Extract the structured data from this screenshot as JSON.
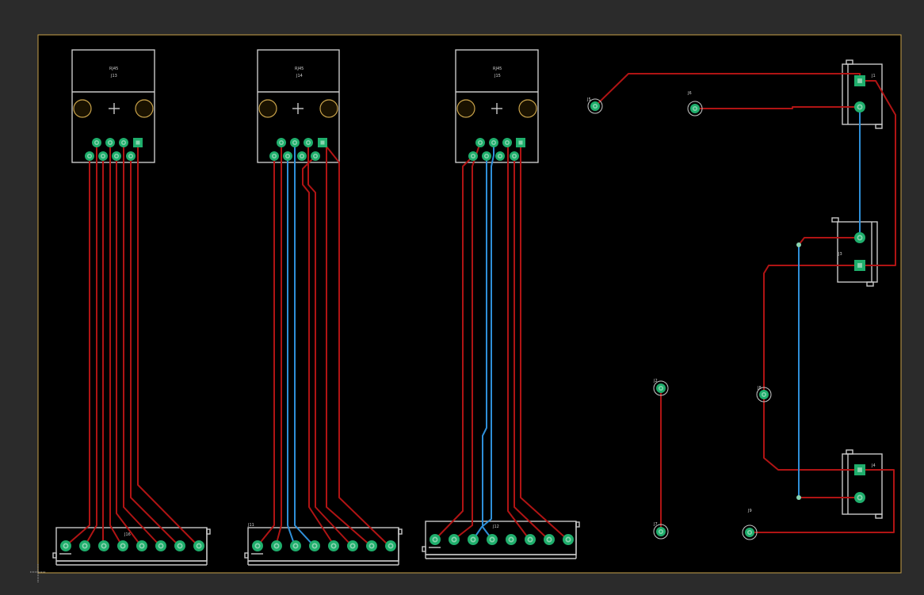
{
  "colors": {
    "workspace_bg": "#2b2b2b",
    "board_bg": "#000000",
    "board_outline": "#c8a24a",
    "silkscreen": "#c8c8c8",
    "trace_top": "#b01414",
    "trace_bottom": "#2f8fd8",
    "pad_copper": "#1fae6c",
    "pad_ring": "#8ad4b0",
    "mount_hole": "#c8a24a"
  },
  "icons": {
    "rj45_module": "connector-outline",
    "header": "pin-header-outline",
    "test_point": "via-pad",
    "cursor": "crosshair-icon"
  },
  "labels": {
    "rj45_1_name": "RJ45",
    "rj45_1_ref": "J13",
    "rj45_2_name": "RJ45",
    "rj45_2_ref": "J14",
    "rj45_3_name": "RJ45",
    "rj45_3_ref": "J15",
    "header_1_ref": "J16",
    "header_2_ref": "J11",
    "header_3_ref": "J12",
    "tp_a": "J5",
    "tp_b": "J6",
    "tp_c": "J2",
    "tp_d": "J7",
    "tp_e": "J8",
    "tp_f": "J9",
    "conn_1": "J1",
    "conn_2": "J3",
    "conn_3": "J4"
  }
}
